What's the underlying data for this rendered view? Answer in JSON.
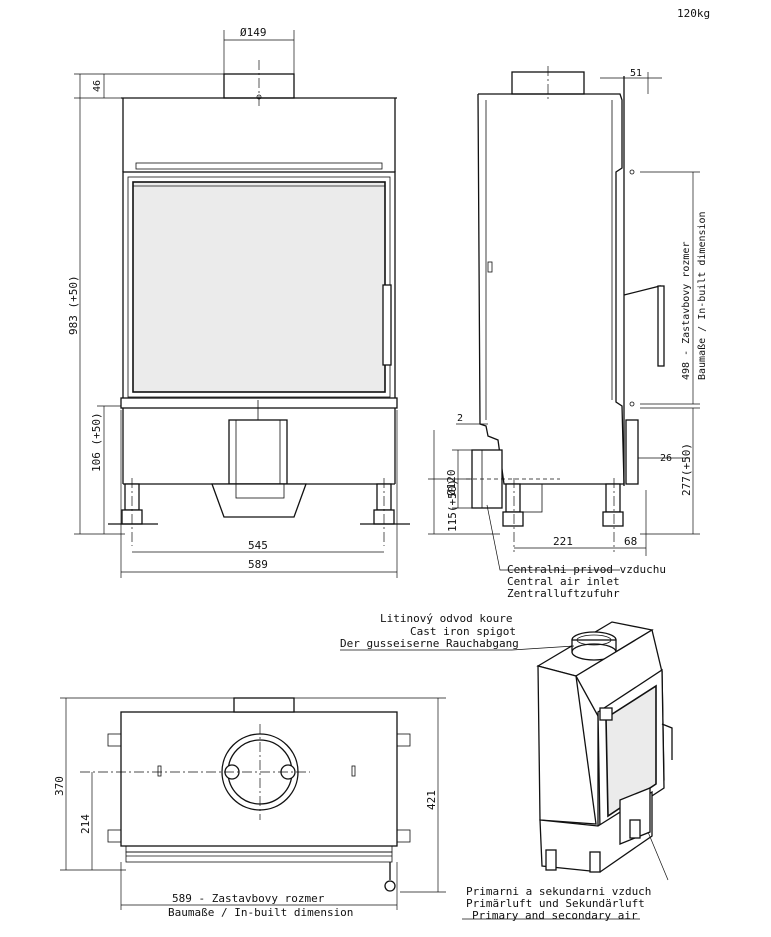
{
  "weight": "120kg",
  "front_view": {
    "flue_diameter": "Ø149",
    "top_offset": "46",
    "overall_height": "983 (+50)",
    "base_height": "106 (+50)",
    "inner_width": "545",
    "outer_width": "589"
  },
  "side_view": {
    "top_offset": "51",
    "gap": "2",
    "builtin_height": "498 - Zastavbovy rozmer",
    "builtin_height_sub": "Baumaße / In-built dimension",
    "side_offset": "26",
    "inlet_height": "277(+50)",
    "inlet_diameter": "Ø120",
    "inlet_offset": "115(+50)",
    "depth": "221",
    "rear_offset": "68",
    "air_label_cz": "Centralni privod vzduchu",
    "air_label_en": "Central air inlet",
    "air_label_de": "Zentralluftzufuhr"
  },
  "top_view": {
    "depth_inner": "370",
    "depth_outer": "421",
    "center_offset": "214",
    "width_label": "589 - Zastavbovy rozmer",
    "width_label_sub": "Baumaße / In-built dimension"
  },
  "iso_view": {
    "spigot_cz": "Litinový odvod koure",
    "spigot_en": "Cast iron spigot",
    "spigot_de": "Der gusseiserne Rauchabgang",
    "air_cz": "Primarni a sekundarni vzduch",
    "air_de": "Primärluft und Sekundärluft",
    "air_en": "Primary and secondary air"
  }
}
